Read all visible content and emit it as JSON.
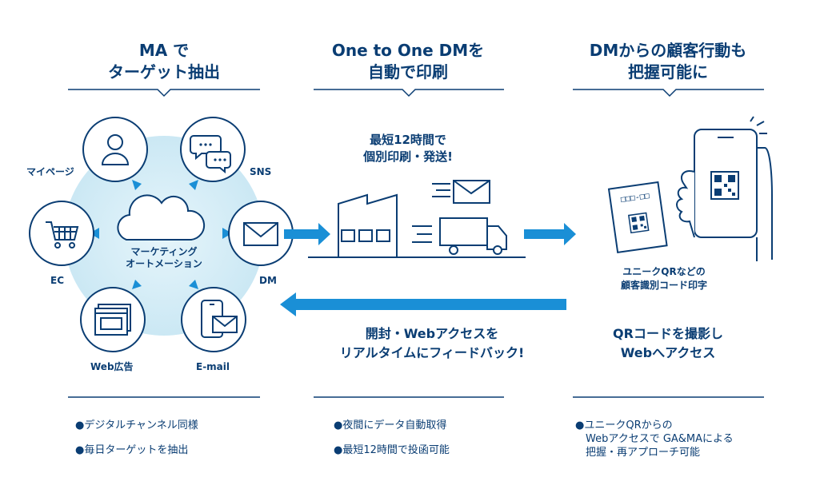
{
  "columns": [
    {
      "title": "MA で\nターゲット抽出"
    },
    {
      "title": "One to One DMを\n自動で印刷"
    },
    {
      "title": "DMからの顧客行動も\n把握可能に"
    }
  ],
  "ma_cycle": {
    "center_label": "マーケティング\nオートメーション",
    "channels": [
      "マイページ",
      "SNS",
      "EC",
      "DM",
      "Web広告",
      "E-mail"
    ]
  },
  "print": {
    "caption": "最短12時間で\n個別印刷・発送!"
  },
  "tracking": {
    "qr_caption": "ユニークQRなどの\n顧客識別コード印字",
    "scan_text": "QRコードを撮影し\nWebへアクセス"
  },
  "feedback": {
    "text": "開封・Webアクセスを\nリアルタイムにフィードバック!"
  },
  "bullets": [
    [
      "●デジタルチャンネル同様",
      "●毎日ターゲットを抽出"
    ],
    [
      "●夜間にデータ自動取得",
      "●最短12時間で投函可能"
    ],
    [
      "●ユニークQRからの\n　Webアクセスで GA&MAによる\n　把握・再アプローチ可能"
    ]
  ],
  "colors": {
    "navy": "#0a3d73",
    "blue": "#1a8fd6",
    "cloud_bg": "#d3ecf6"
  }
}
